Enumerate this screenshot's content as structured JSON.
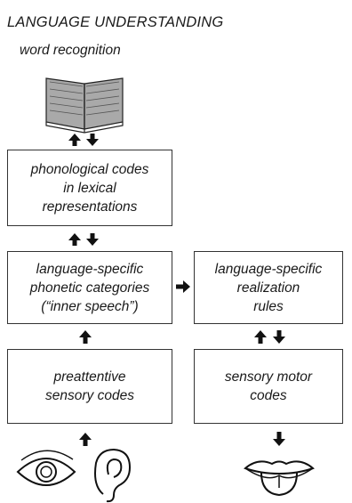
{
  "diagram": {
    "title": "LANGUAGE UNDERSTANDING",
    "subtitle": "word recognition",
    "boxes": {
      "phonological": "phonological codes\nin lexical\nrepresentations",
      "phonetic": "language-specific\nphonetic categories\n(“inner speech”)",
      "realization": "language-specific\nrealization\nrules",
      "preattentive": "preattentive\nsensory codes",
      "sensory_motor": "sensory motor\ncodes"
    },
    "icons": [
      "book-icon",
      "eye-icon",
      "ear-icon",
      "mouth-icon"
    ],
    "colors": {
      "ink": "#1a1a1a",
      "book_page": "#a9a9a9"
    }
  }
}
